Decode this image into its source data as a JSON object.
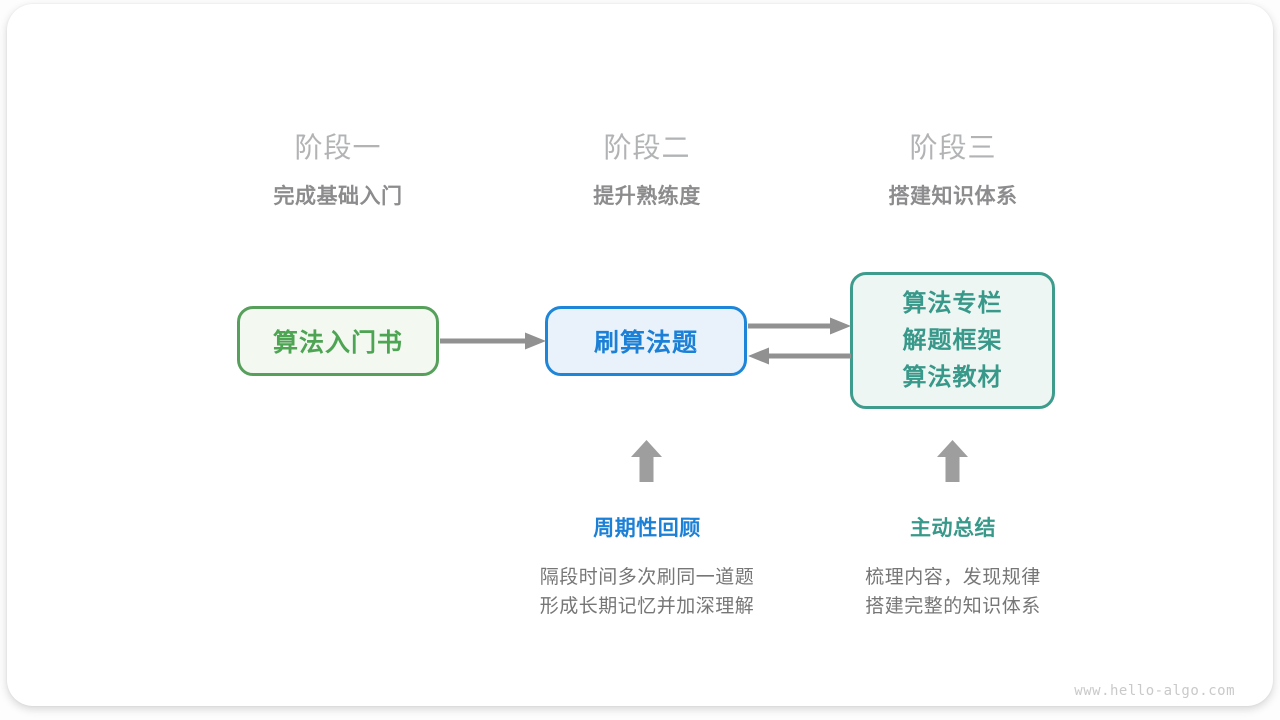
{
  "colors": {
    "stage-label": "#b2b3b5",
    "stage-subtitle": "#8c8c8e",
    "green": "#57a05c",
    "green-bg": "#f3f8f1",
    "green-text": "#4da453",
    "blue": "#1e86d9",
    "blue-bg": "#e9f2fb",
    "blue-text": "#1b80d6",
    "teal": "#3e9c8d",
    "teal-bg": "#eef6f3",
    "teal-text": "#389889",
    "arrow": "#919191",
    "block-arrow": "#9e9e9e",
    "desc-text": "#767676",
    "watermark": "#c9c9c9"
  },
  "stages": [
    {
      "label": "阶段一",
      "subtitle": "完成基础入门"
    },
    {
      "label": "阶段二",
      "subtitle": "提升熟练度"
    },
    {
      "label": "阶段三",
      "subtitle": "搭建知识体系"
    }
  ],
  "nodes": [
    {
      "title": "算法入门书"
    },
    {
      "title": "刷算法题"
    },
    {
      "lines": [
        "算法专栏",
        "解题框架",
        "算法教材"
      ]
    }
  ],
  "annotations": [
    {
      "title": "周期性回顾",
      "lines": [
        "隔段时间多次刷同一道题",
        "形成长期记忆并加深理解"
      ]
    },
    {
      "title": "主动总结",
      "lines": [
        "梳理内容，发现规律",
        "搭建完整的知识体系"
      ]
    }
  ],
  "watermark": "www.hello-algo.com"
}
